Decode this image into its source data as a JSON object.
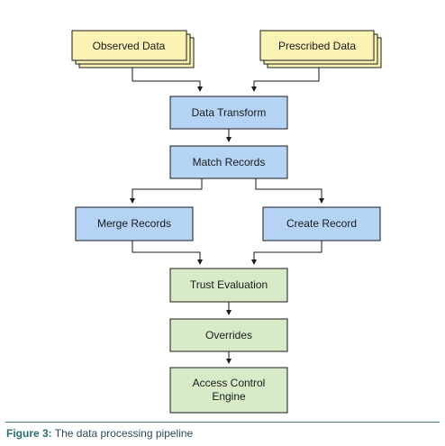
{
  "figure": {
    "label": "Figure 3:",
    "text": " The data processing pipeline"
  },
  "nodes": {
    "observed": {
      "label": "Observed Data",
      "color": "#fbf3b4"
    },
    "prescribed": {
      "label": "Prescribed Data",
      "color": "#fbf3b4"
    },
    "transform": {
      "label": "Data Transform",
      "color": "#b5d4f5"
    },
    "match": {
      "label": "Match Records",
      "color": "#b5d4f5"
    },
    "merge": {
      "label": "Merge Records",
      "color": "#b5d4f5"
    },
    "create": {
      "label": "Create Record",
      "color": "#b5d4f5"
    },
    "trust": {
      "label": "Trust Evaluation",
      "color": "#d8ebc9"
    },
    "overrides": {
      "label": "Overrides",
      "color": "#d8ebc9"
    },
    "access": {
      "label_line1": "Access Control",
      "label_line2": "Engine",
      "color": "#d8ebc9"
    }
  }
}
